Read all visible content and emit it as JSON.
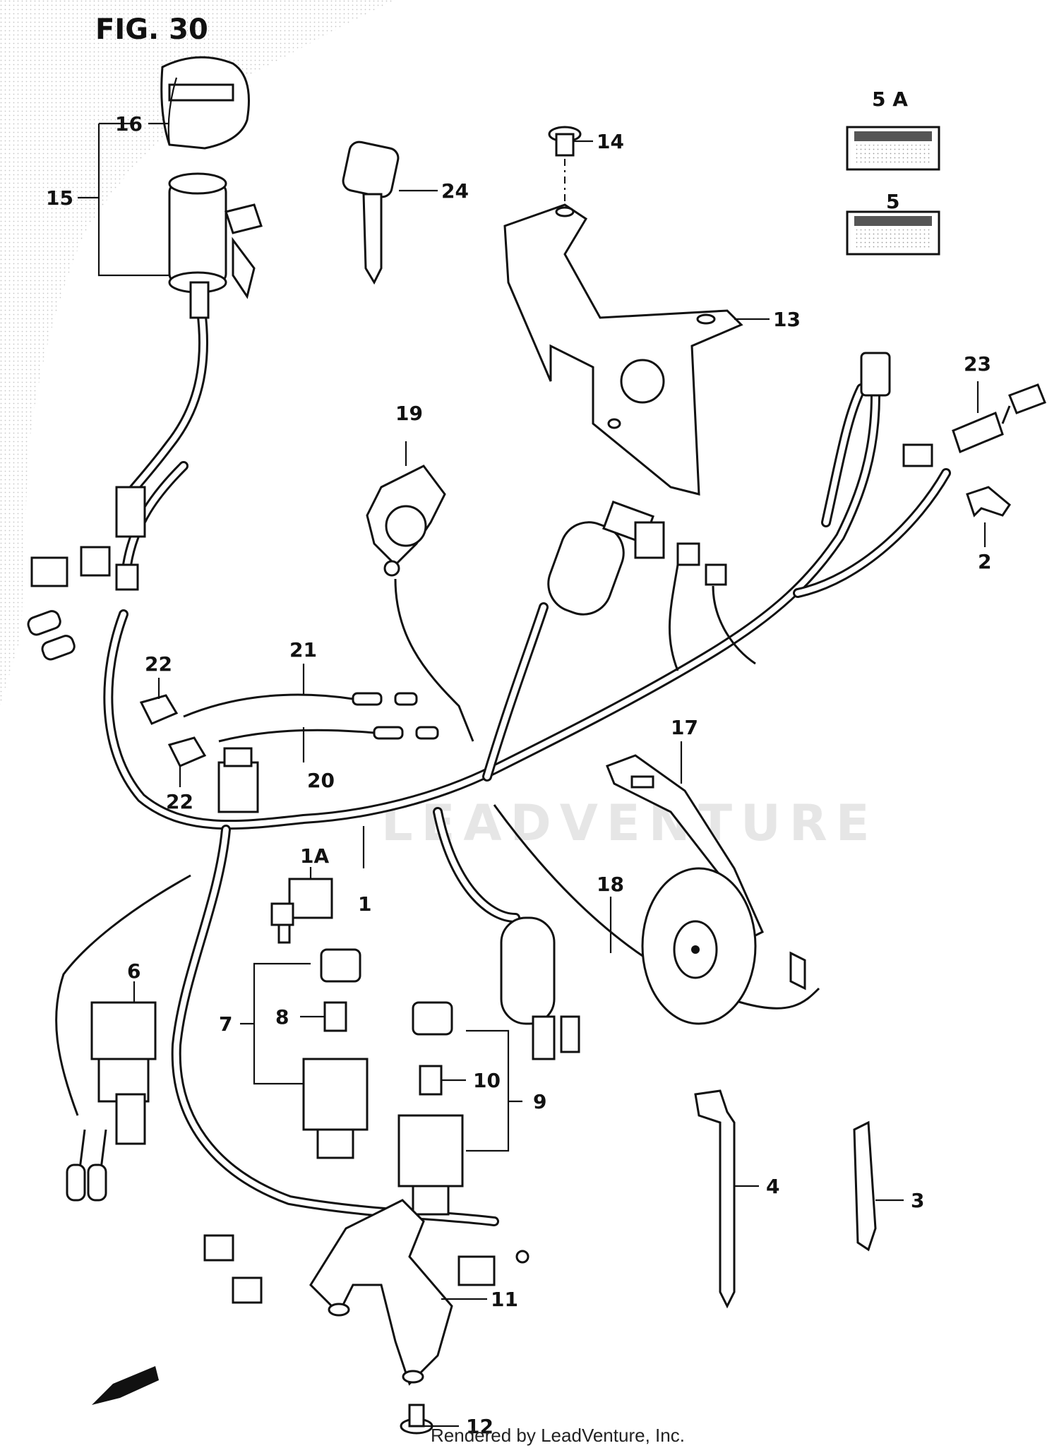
{
  "figure": {
    "title": "FIG. 30"
  },
  "credit": "Rendered by LeadVenture, Inc.",
  "watermark": "LEADVENTURE",
  "callouts": {
    "c1": "1",
    "c1a": "1A",
    "c2": "2",
    "c3": "3",
    "c4": "4",
    "c5": "5",
    "c5a": "5 A",
    "c6": "6",
    "c7": "7",
    "c8": "8",
    "c9": "9",
    "c10": "10",
    "c11": "11",
    "c12": "12",
    "c13": "13",
    "c14": "14",
    "c15": "15",
    "c16": "16",
    "c17": "17",
    "c18": "18",
    "c19": "19",
    "c20": "20",
    "c21": "21",
    "c22a": "22",
    "c22b": "22",
    "c23": "23",
    "c24": "24"
  },
  "icons": {
    "fwd": "arrow-left-icon"
  }
}
